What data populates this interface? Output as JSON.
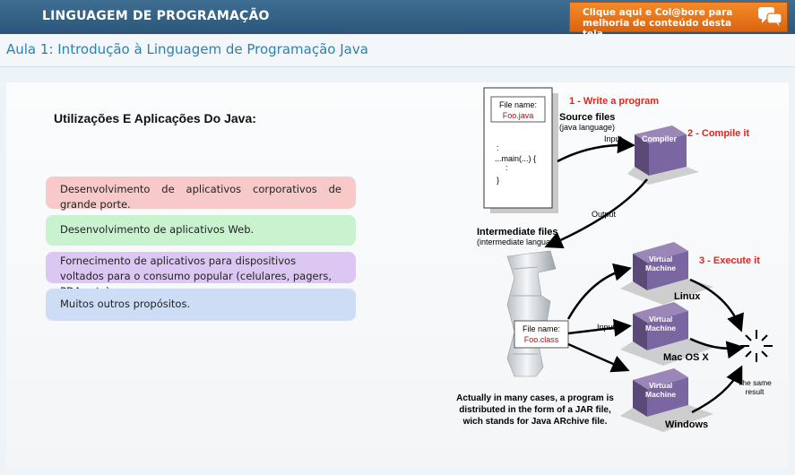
{
  "header": {
    "title": "LINGUAGEM DE PROGRAMAÇÃO",
    "collab_line1": "Clique aqui e Col@bore para",
    "collab_line2": "melhoria de conteúdo desta tela"
  },
  "lesson": {
    "title": "Aula 1: Introdução à Linguagem de Programação Java"
  },
  "content": {
    "heading": "Utilizações E Aplicações Do Java:",
    "items": [
      "Desenvolvimento de aplicativos corporativos de grande porte.",
      "Desenvolvimento de aplicativos Web.",
      "Fornecimento de aplicativos para dispositivos voltados para o consumo popular (celulares, pagers, PDAs etc).",
      "Muitos outros propósitos."
    ]
  },
  "diagram": {
    "step1": "1 - Write a program",
    "step2": "2 - Compile it",
    "step3": "3 - Execute it",
    "source_file_label": "File name:",
    "source_file_name": "Foo.java",
    "source_code_1": ":",
    "source_code_2": "...main(...) {",
    "source_code_3": ":",
    "source_code_4": "}",
    "source_files": "Source files",
    "source_files_sub": "(java language)",
    "input1": "Input",
    "compiler": "Compiler",
    "output": "Output",
    "intermediate_files": "Intermediate files",
    "intermediate_sub": "(intermediate language)",
    "class_file_label": "File name:",
    "class_file_name": "Foo.class",
    "input2": "Input",
    "vm_line1": "Virtual",
    "vm_line2": "Machine",
    "os1": "Linux",
    "os2": "Mac OS X",
    "os3": "Windows",
    "result1": "The same",
    "result2": "result",
    "note1": "Actually in many cases, a program is",
    "note2": "distributed in the form of a JAR file,",
    "note3": "wich stands for Java ARchive file."
  }
}
